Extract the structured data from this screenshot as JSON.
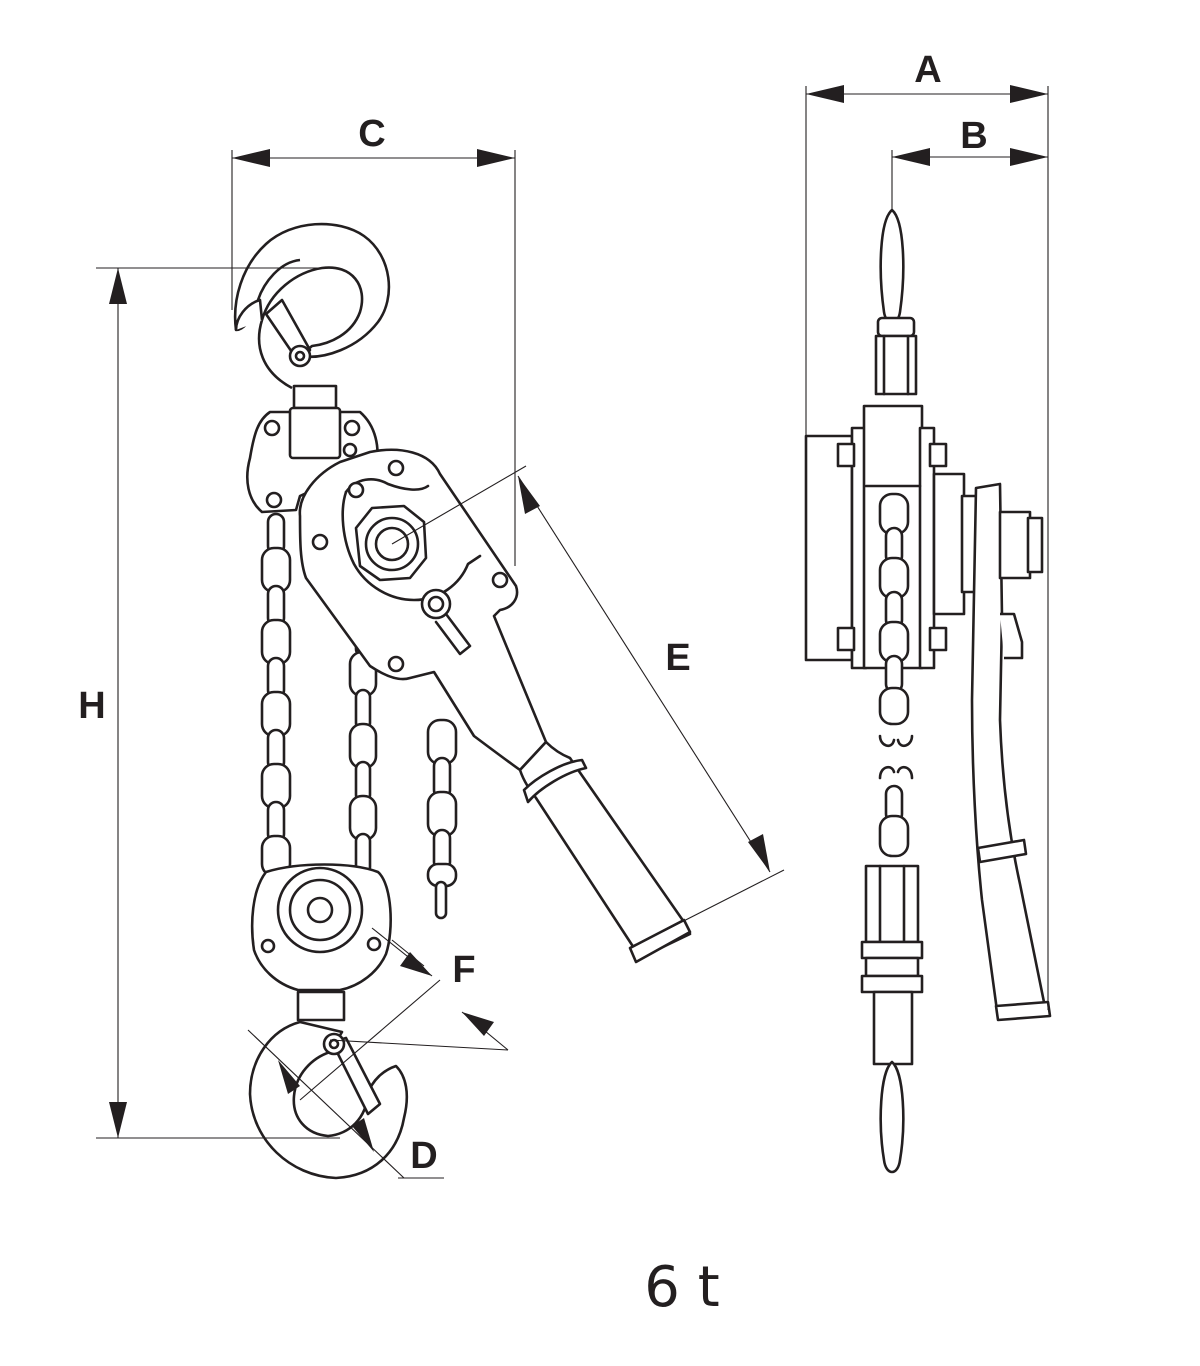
{
  "diagram": {
    "caption": "6 t",
    "dimensions": {
      "A": "A",
      "B": "B",
      "C": "C",
      "D": "D",
      "E": "E",
      "F": "F",
      "H": "H"
    },
    "views": [
      "front-view",
      "side-view"
    ],
    "colors": {
      "line": "#231f20",
      "background": "#ffffff"
    }
  }
}
